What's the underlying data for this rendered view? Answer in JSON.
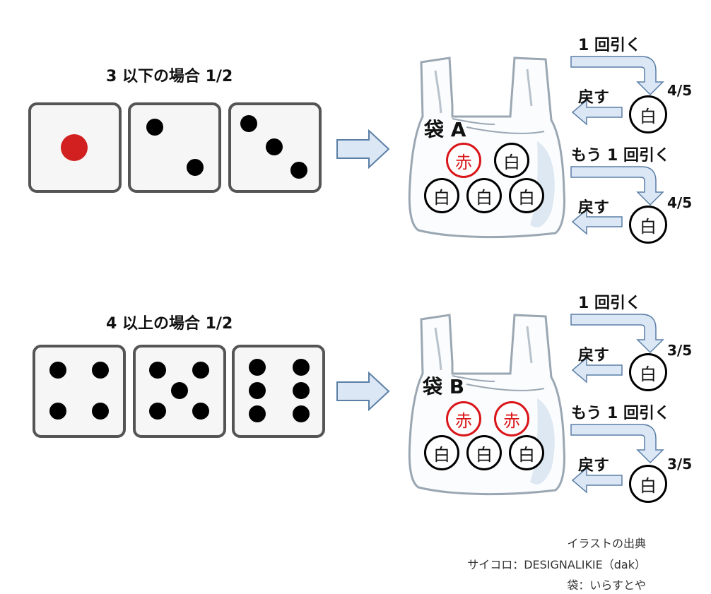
{
  "case_low": {
    "title": "3 以下の場合 1/2",
    "dice": [
      1,
      2,
      3
    ],
    "bag_label": "袋 A",
    "balls_top": [
      {
        "text": "赤",
        "color": "red"
      },
      {
        "text": "白",
        "color": "white"
      }
    ],
    "balls_bottom": [
      {
        "text": "白"
      },
      {
        "text": "白"
      },
      {
        "text": "白"
      }
    ],
    "step1": "1 回引く",
    "back1": "戻す",
    "prob1": "4/5",
    "drawn1": "白",
    "step2": "もう 1 回引く",
    "back2": "戻す",
    "prob2": "4/5",
    "drawn2": "白"
  },
  "case_high": {
    "title": "4 以上の場合 1/2",
    "dice": [
      4,
      5,
      6
    ],
    "bag_label": "袋 B",
    "balls_top": [
      {
        "text": "赤",
        "color": "red"
      },
      {
        "text": "赤",
        "color": "red"
      }
    ],
    "balls_bottom": [
      {
        "text": "白"
      },
      {
        "text": "白"
      },
      {
        "text": "白"
      }
    ],
    "step1": "1 回引く",
    "back1": "戻す",
    "prob1": "3/5",
    "drawn1": "白",
    "step2": "もう 1 回引く",
    "back2": "戻す",
    "prob2": "3/5",
    "drawn2": "白"
  },
  "credits": {
    "heading": "イラストの出典",
    "dice": "サイコロ：DESIGNALIKIE（dak）",
    "bag": "袋：いらすとや"
  },
  "colors": {
    "red": "#d9161a",
    "arrow_fill": "#dbe7f5",
    "arrow_stroke": "#5b7fa6",
    "die_border": "#555555"
  }
}
